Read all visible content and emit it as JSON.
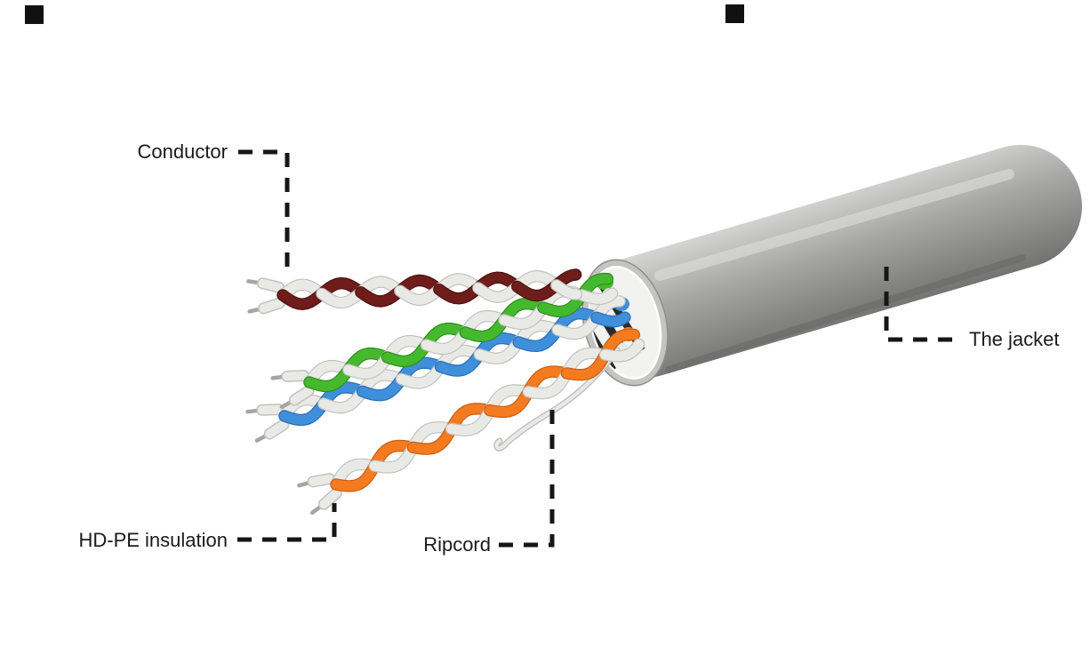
{
  "diagram": {
    "type": "labeled-illustration",
    "subject": "UTP twisted-pair network cable cutaway",
    "labels": {
      "conductor": "Conductor",
      "insulation": "HD-PE insulation",
      "ripcord": "Ripcord",
      "jacket": "The jacket"
    },
    "colors": {
      "pair_brown": "#6f1d1b",
      "pair_brown_dark": "#4c1211",
      "pair_green": "#45b92e",
      "pair_green_dark": "#2f8d1e",
      "pair_blue": "#3f8fdb",
      "pair_blue_dark": "#2a6fb4",
      "pair_orange": "#f47b20",
      "pair_orange_dark": "#c95f10",
      "wire_white": "#e9e9e6",
      "wire_white_dark": "#c2c2bf",
      "conductor_pin": "#a5a5a2",
      "jacket_light": "#d8d8d6",
      "jacket_mid": "#a6a6a4",
      "jacket_dark": "#6e6e6c",
      "jacket_rim": "#c4c4c2",
      "face_fill": "#f2f2f0",
      "core_dark": "#2a2a2a",
      "leader": "#161616",
      "mark": "#111111"
    }
  }
}
